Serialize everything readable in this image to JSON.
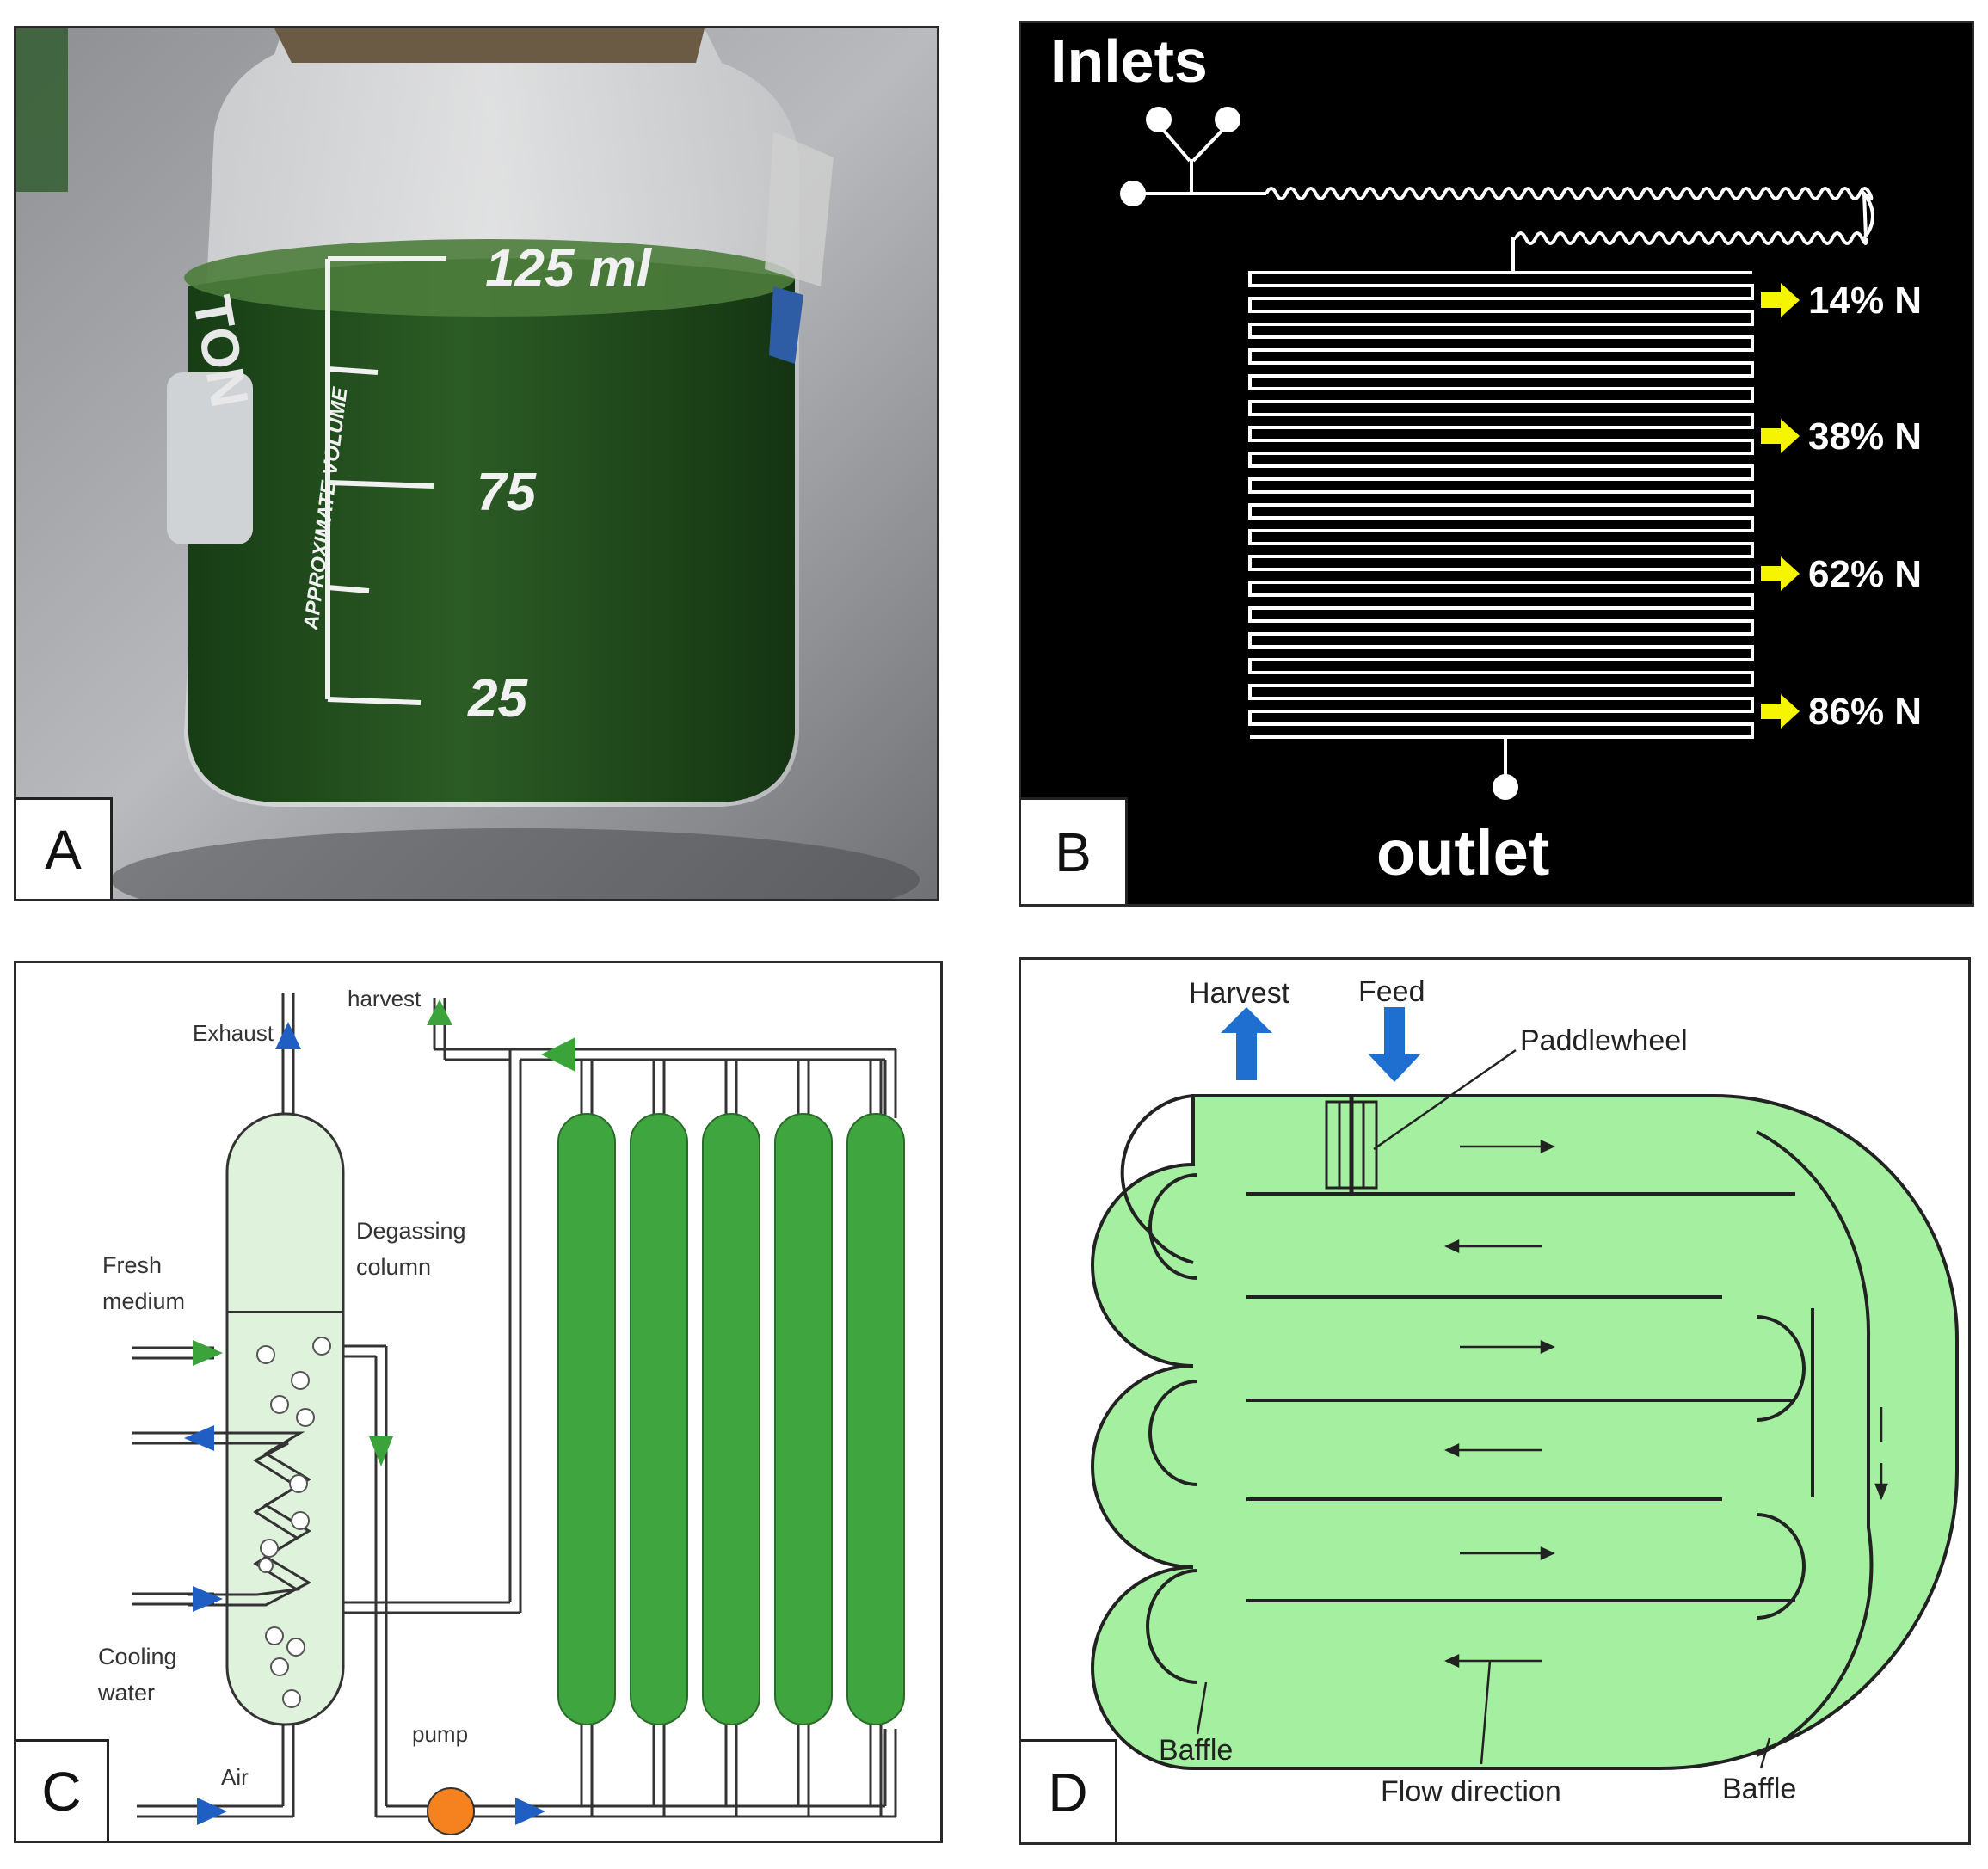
{
  "panels": {
    "a": {
      "letter": "A",
      "bottle_brand": "TON",
      "scale_title": "APPROXIMATE VOLUME",
      "mark_125": "125 ml",
      "mark_75": "75",
      "mark_25": "25",
      "liquid_color": "#1f4a1c"
    },
    "b": {
      "letter": "B",
      "inlets": "Inlets",
      "outlet": "outlet",
      "taps": [
        "14% N",
        "38% N",
        "62% N",
        "86% N"
      ],
      "arrow_color": "#f5f500",
      "background": "#000000"
    },
    "c": {
      "letter": "C",
      "exhaust": "Exhaust",
      "harvest": "harvest",
      "degassing_1": "Degassing",
      "degassing_2": "column",
      "fresh_1": "Fresh",
      "fresh_2": "medium",
      "cooling_1": "Cooling",
      "cooling_2": "water",
      "air": "Air",
      "pump": "pump",
      "tube_color": "#3fa63f",
      "arrow_blue": "#1f5fc4",
      "arrow_green": "#3aa33a",
      "pump_color": "#f5821f"
    },
    "d": {
      "letter": "D",
      "harvest": "Harvest",
      "feed": "Feed",
      "paddlewheel": "Paddlewheel",
      "baffle_left": "Baffle",
      "flow_direction": "Flow direction",
      "baffle_right": "Baffle",
      "pond_color": "#a4f0a0",
      "arrow_blue": "#1f6fd0"
    }
  }
}
